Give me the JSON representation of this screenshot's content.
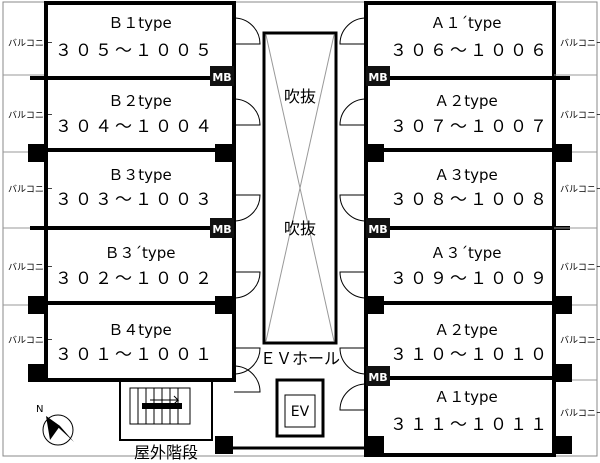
{
  "units_left": [
    {
      "type": "Ｂ１type",
      "rooms": "３０５～１００５"
    },
    {
      "type": "Ｂ２type",
      "rooms": "３０４～１００４"
    },
    {
      "type": "Ｂ３type",
      "rooms": "３０３～１００３"
    },
    {
      "type": "Ｂ３΄type",
      "rooms": "３０２～１００２"
    },
    {
      "type": "Ｂ４type",
      "rooms": "３０１～１００１"
    }
  ],
  "units_right": [
    {
      "type": "Ａ１΄type",
      "rooms": "３０６～１００６"
    },
    {
      "type": "Ａ２type",
      "rooms": "３０７～１００７"
    },
    {
      "type": "Ａ３type",
      "rooms": "３０８～１００８"
    },
    {
      "type": "Ａ３΄type",
      "rooms": "３０９～１００９"
    },
    {
      "type": "Ａ２type",
      "rooms": "３１０～１０１０"
    },
    {
      "type": "Ａ１type",
      "rooms": "３１１～１０１１"
    }
  ],
  "balcony_label": "バルコニー",
  "void_label": "吹抜",
  "ev_hall_label": "ＥＶホール",
  "ev_label": "EV",
  "mb_label": "MB",
  "stairs_label": "屋外階段",
  "north_label": "N"
}
